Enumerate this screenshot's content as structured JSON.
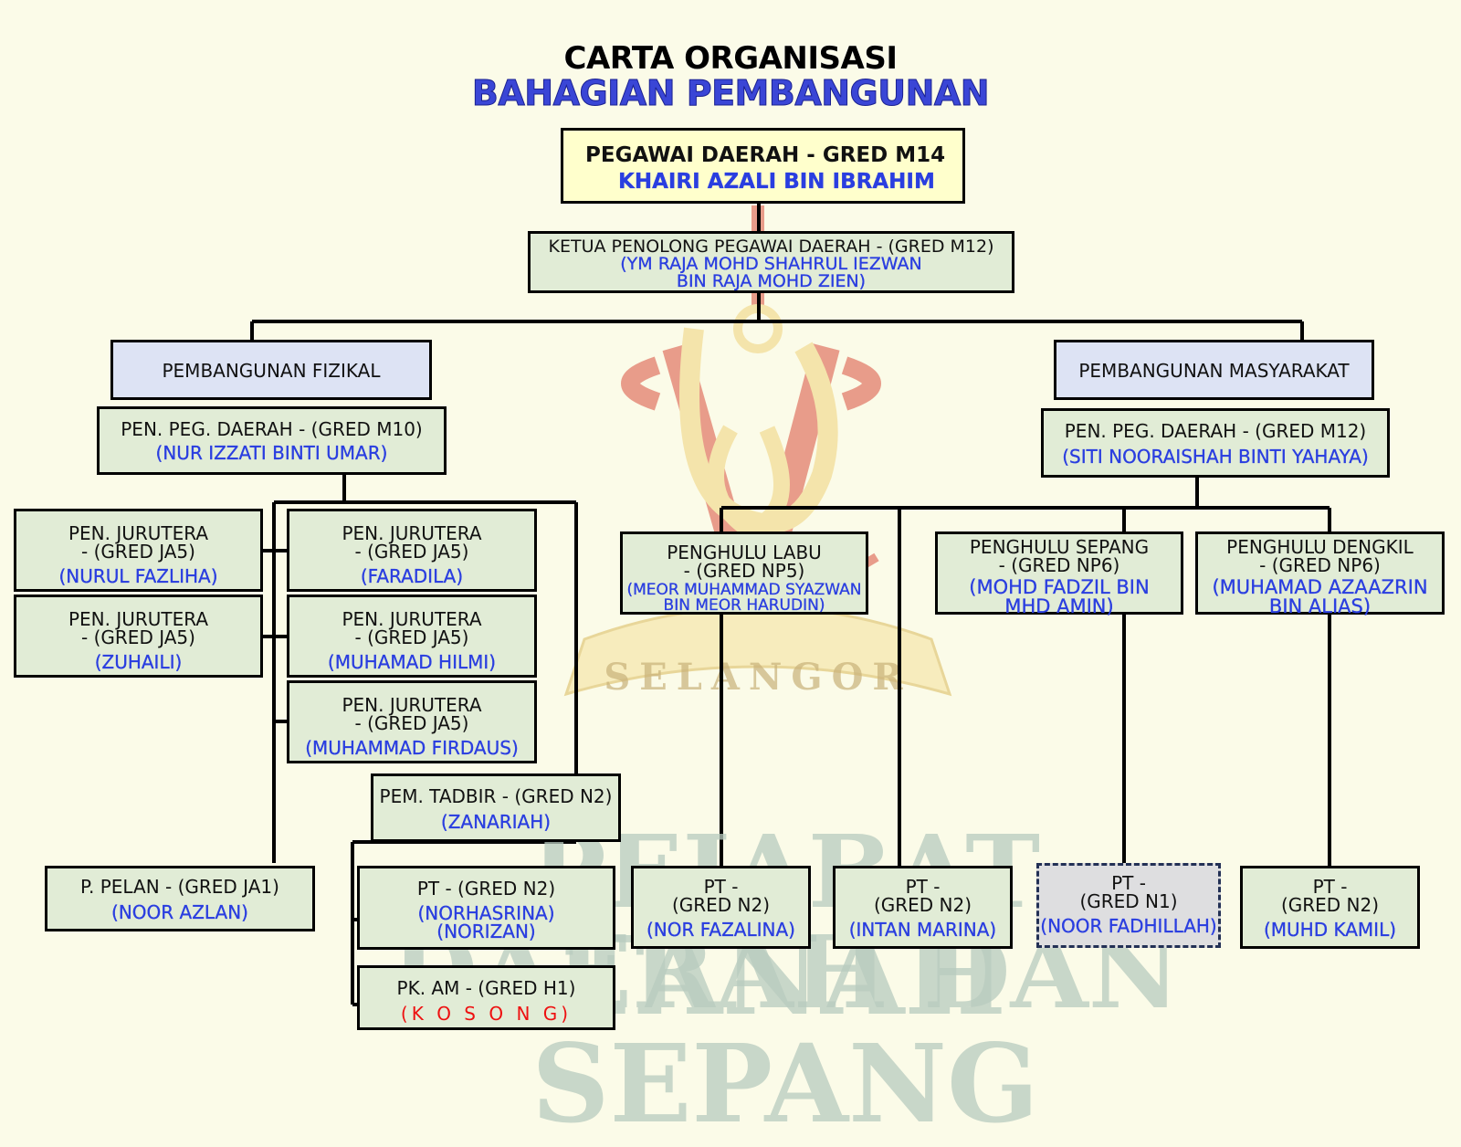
{
  "title": {
    "line1": "CARTA ORGANISASI",
    "line2": "BAHAGIAN PEMBANGUNAN"
  },
  "watermark": {
    "crest_text": "SELANGOR",
    "line1": "PEJABAT DAERAH DAN",
    "line2": "TANAH SEPANG"
  },
  "colors": {
    "name_text": "#2a3ee0",
    "vacant_text": "#ee1111",
    "box_fill": "#e1ecd6",
    "head_fill": "#ffffcc",
    "section_fill": "#dde3f4"
  },
  "nodes": {
    "pegawai_daerah": {
      "title": "PEGAWAI DAERAH - GRED M14",
      "name": "KHAIRI AZALI BIN IBRAHIM"
    },
    "ketua_penolong": {
      "title": "KETUA PENOLONG PEGAWAI DAERAH - (GRED M12)",
      "name1": "(YM RAJA MOHD SHAHRUL IEZWAN",
      "name2": "BIN RAJA MOHD ZIEN)"
    },
    "fizikal": {
      "title": "PEMBANGUNAN FIZIKAL"
    },
    "masyarakat": {
      "title": "PEMBANGUNAN MASYARAKAT"
    },
    "ppd_m10": {
      "title": "PEN. PEG. DAERAH - (GRED M10)",
      "name": "(NUR IZZATI BINTI UMAR)"
    },
    "ppd_m12": {
      "title": "PEN. PEG. DAERAH - (GRED M12)",
      "name": "(SITI NOORAISHAH BINTI YAHAYA)"
    },
    "jurutera_nurul": {
      "title1": "PEN. JURUTERA",
      "title2": "- (GRED JA5)",
      "name": "(NURUL FAZLIHA)"
    },
    "jurutera_zuhaili": {
      "title1": "PEN. JURUTERA",
      "title2": "- (GRED JA5)",
      "name": "(ZUHAILI)"
    },
    "jurutera_faradila": {
      "title1": "PEN. JURUTERA",
      "title2": "- (GRED JA5)",
      "name": "(FARADILA)"
    },
    "jurutera_hilmi": {
      "title1": "PEN. JURUTERA",
      "title2": "- (GRED JA5)",
      "name": "(MUHAMAD HILMI)"
    },
    "jurutera_firdaus": {
      "title1": "PEN. JURUTERA",
      "title2": "- (GRED JA5)",
      "name": "(MUHAMMAD FIRDAUS)"
    },
    "pem_tadbir": {
      "title": "PEM. TADBIR - (GRED N2)",
      "name": "(ZANARIAH)"
    },
    "p_pelan": {
      "title": "P. PELAN - (GRED JA1)",
      "name": "(NOOR AZLAN)"
    },
    "pt_norhasrina": {
      "title": "PT - (GRED N2)",
      "name1": "(NORHASRINA)",
      "name2": "(NORIZAN)"
    },
    "pk_am": {
      "title": "PK. AM - (GRED H1)",
      "name": "(K O S O N G)"
    },
    "penghulu_labu": {
      "title1": "PENGHULU LABU",
      "title2": "- (GRED NP5)",
      "name1": "(MEOR MUHAMMAD SYAZWAN",
      "name2": "BIN MEOR HARUDIN)"
    },
    "penghulu_sepang": {
      "title1": "PENGHULU SEPANG",
      "title2": "- (GRED NP6)",
      "name1": "(MOHD FADZIL BIN",
      "name2": "MHD AMIN)"
    },
    "penghulu_dengkil": {
      "title1": "PENGHULU DENGKIL",
      "title2": "- (GRED NP6)",
      "name1": "(MUHAMAD AZAAZRIN",
      "name2": "BIN ALIAS)"
    },
    "pt_fazalina": {
      "title1": "PT -",
      "title2": "(GRED N2)",
      "name": "(NOR FAZALINA)"
    },
    "pt_intan": {
      "title1": "PT -",
      "title2": "(GRED N2)",
      "name": "(INTAN MARINA)"
    },
    "pt_fadhillah": {
      "title1": "PT -",
      "title2": "(GRED N1)",
      "name": "(NOOR FADHILLAH)"
    },
    "pt_kamil": {
      "title1": "PT -",
      "title2": "(GRED N2)",
      "name": "(MUHD KAMIL)"
    }
  }
}
